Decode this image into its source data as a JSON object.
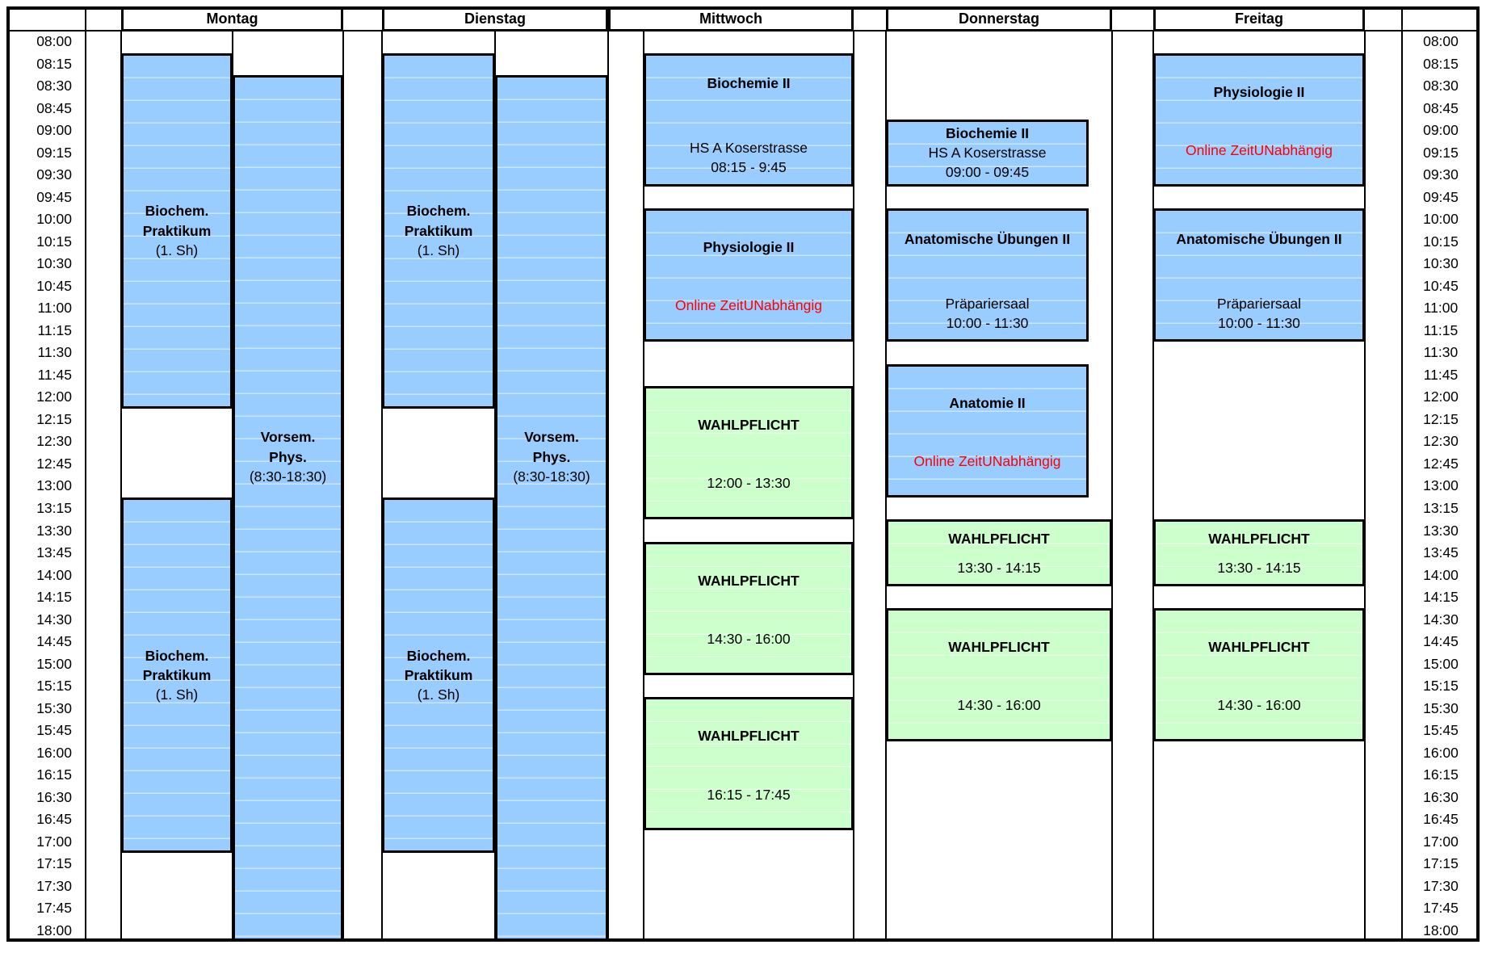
{
  "timetable": {
    "days": [
      "Montag",
      "Dienstag",
      "Mittwoch",
      "Donnerstag",
      "Freitag"
    ],
    "time_labels": [
      "08:00",
      "08:15",
      "08:30",
      "08:45",
      "09:00",
      "09:15",
      "09:30",
      "09:45",
      "10:00",
      "10:15",
      "10:30",
      "10:45",
      "11:00",
      "11:15",
      "11:30",
      "11:45",
      "12:00",
      "12:15",
      "12:30",
      "12:45",
      "13:00",
      "13:15",
      "13:30",
      "13:45",
      "14:00",
      "14:15",
      "14:30",
      "14:45",
      "15:00",
      "15:15",
      "15:30",
      "15:45",
      "16:00",
      "16:15",
      "16:30",
      "16:45",
      "17:00",
      "17:15",
      "17:30",
      "17:45",
      "18:00"
    ],
    "colors": {
      "event_blue": "#99CCFF",
      "event_green": "#CCFFCC",
      "alert_red": "#FF0000",
      "border_black": "#000000"
    },
    "events": [
      {
        "id": "montag-biochem-praktikum-1",
        "day": "Montag",
        "track": "left",
        "start": "08:15",
        "end": "12:15",
        "color": "blue",
        "layout": "center",
        "lines": [
          {
            "text": "Biochem.",
            "bold": true
          },
          {
            "text": "Praktikum",
            "bold": true
          },
          {
            "text": "(1. Sh)"
          }
        ]
      },
      {
        "id": "montag-biochem-praktikum-2",
        "day": "Montag",
        "track": "left",
        "start": "13:15",
        "end": "17:15",
        "color": "blue",
        "layout": "center",
        "lines": [
          {
            "text": "Biochem.",
            "bold": true
          },
          {
            "text": "Praktikum",
            "bold": true
          },
          {
            "text": "(1. Sh)"
          }
        ]
      },
      {
        "id": "montag-vorsem-phys",
        "day": "Montag",
        "track": "right",
        "start": "08:30",
        "end": "18:30",
        "color": "blue",
        "layout": "center44",
        "lines": [
          {
            "text": "Vorsem.",
            "bold": true
          },
          {
            "text": "Phys.",
            "bold": true
          },
          {
            "text": "(8:30-18:30)"
          }
        ]
      },
      {
        "id": "dienstag-biochem-praktikum-1",
        "day": "Dienstag",
        "track": "left",
        "start": "08:15",
        "end": "12:15",
        "color": "blue",
        "layout": "center",
        "lines": [
          {
            "text": "Biochem.",
            "bold": true
          },
          {
            "text": "Praktikum",
            "bold": true
          },
          {
            "text": "(1. Sh)"
          }
        ]
      },
      {
        "id": "dienstag-biochem-praktikum-2",
        "day": "Dienstag",
        "track": "left",
        "start": "13:15",
        "end": "17:15",
        "color": "blue",
        "layout": "center",
        "lines": [
          {
            "text": "Biochem.",
            "bold": true
          },
          {
            "text": "Praktikum",
            "bold": true
          },
          {
            "text": "(1. Sh)"
          }
        ]
      },
      {
        "id": "dienstag-vorsem-phys",
        "day": "Dienstag",
        "track": "right",
        "start": "08:30",
        "end": "18:30",
        "color": "blue",
        "layout": "center44",
        "lines": [
          {
            "text": "Vorsem.",
            "bold": true
          },
          {
            "text": "Phys.",
            "bold": true
          },
          {
            "text": "(8:30-18:30)"
          }
        ]
      },
      {
        "id": "mittwoch-biochemie2",
        "day": "Mittwoch",
        "start": "08:15",
        "end": "09:45",
        "color": "blue",
        "layout": "split",
        "lines": [
          {
            "text": "Biochemie II",
            "bold": true
          },
          {
            "text": "HS A Koserstrasse"
          },
          {
            "text": "08:15 - 9:45"
          }
        ]
      },
      {
        "id": "mittwoch-physiologie2",
        "day": "Mittwoch",
        "start": "10:00",
        "end": "11:30",
        "color": "blue",
        "layout": "spread",
        "lines": [
          {
            "text": "Physiologie II",
            "bold": true
          },
          {
            "text": "Online ZeitUNabhängig",
            "red": true
          }
        ]
      },
      {
        "id": "mittwoch-wahlpflicht-1",
        "day": "Mittwoch",
        "start": "12:00",
        "end": "13:30",
        "color": "green",
        "layout": "spread",
        "lines": [
          {
            "text": "WAHLPFLICHT",
            "bold": true
          },
          {
            "text": "12:00 - 13:30"
          }
        ]
      },
      {
        "id": "mittwoch-wahlpflicht-2",
        "day": "Mittwoch",
        "start": "13:45",
        "end": "15:15",
        "color": "green",
        "layout": "spread",
        "lines": [
          {
            "text": "WAHLPFLICHT",
            "bold": true
          },
          {
            "text": "14:30 - 16:00"
          }
        ]
      },
      {
        "id": "mittwoch-wahlpflicht-3",
        "day": "Mittwoch",
        "start": "15:30",
        "end": "17:00",
        "color": "green",
        "layout": "spread",
        "lines": [
          {
            "text": "WAHLPFLICHT",
            "bold": true
          },
          {
            "text": "16:15 - 17:45"
          }
        ]
      },
      {
        "id": "donnerstag-biochemie2",
        "day": "Donnerstag",
        "start": "09:00",
        "end": "09:45",
        "color": "blue",
        "layout": "center",
        "narrow": true,
        "lines": [
          {
            "text": "Biochemie II",
            "bold": true
          },
          {
            "text": "HS A Koserstrasse"
          },
          {
            "text": "09:00 - 09:45"
          }
        ]
      },
      {
        "id": "donnerstag-anatomische-uebungen2",
        "day": "Donnerstag",
        "start": "10:00",
        "end": "11:30",
        "color": "blue",
        "layout": "split",
        "narrow": true,
        "lines": [
          {
            "text": "Anatomische Übungen II",
            "bold": true
          },
          {
            "text": "Präpariersaal"
          },
          {
            "text": "10:00 - 11:30"
          }
        ]
      },
      {
        "id": "donnerstag-anatomie2",
        "day": "Donnerstag",
        "start": "11:45",
        "end": "13:15",
        "color": "blue",
        "layout": "spread",
        "narrow": true,
        "lines": [
          {
            "text": "Anatomie II",
            "bold": true
          },
          {
            "text": "Online ZeitUNabhängig",
            "red": true
          }
        ]
      },
      {
        "id": "donnerstag-wahlpflicht-1",
        "day": "Donnerstag",
        "start": "13:30",
        "end": "14:15",
        "color": "green",
        "layout": "spread",
        "lines": [
          {
            "text": "WAHLPFLICHT",
            "bold": true
          },
          {
            "text": "13:30 - 14:15"
          }
        ]
      },
      {
        "id": "donnerstag-wahlpflicht-2",
        "day": "Donnerstag",
        "start": "14:30",
        "end": "16:00",
        "color": "green",
        "layout": "spread",
        "lines": [
          {
            "text": "WAHLPFLICHT",
            "bold": true
          },
          {
            "text": "14:30 - 16:00"
          }
        ]
      },
      {
        "id": "freitag-physiologie2",
        "day": "Freitag",
        "start": "08:15",
        "end": "09:45",
        "color": "blue",
        "layout": "spread",
        "lines": [
          {
            "text": "Physiologie II",
            "bold": true
          },
          {
            "text": "Online ZeitUNabhängig",
            "red": true
          }
        ]
      },
      {
        "id": "freitag-anatomische-uebungen2",
        "day": "Freitag",
        "start": "10:00",
        "end": "11:30",
        "color": "blue",
        "layout": "split",
        "lines": [
          {
            "text": "Anatomische Übungen II",
            "bold": true
          },
          {
            "text": "Präpariersaal"
          },
          {
            "text": "10:00 - 11:30"
          }
        ]
      },
      {
        "id": "freitag-wahlpflicht-1",
        "day": "Freitag",
        "start": "13:30",
        "end": "14:15",
        "color": "green",
        "layout": "spread",
        "lines": [
          {
            "text": "WAHLPFLICHT",
            "bold": true
          },
          {
            "text": "13:30 - 14:15"
          }
        ]
      },
      {
        "id": "freitag-wahlpflicht-2",
        "day": "Freitag",
        "start": "14:30",
        "end": "16:00",
        "color": "green",
        "layout": "spread",
        "lines": [
          {
            "text": "WAHLPFLICHT",
            "bold": true
          },
          {
            "text": "14:30 - 16:00"
          }
        ]
      }
    ]
  }
}
